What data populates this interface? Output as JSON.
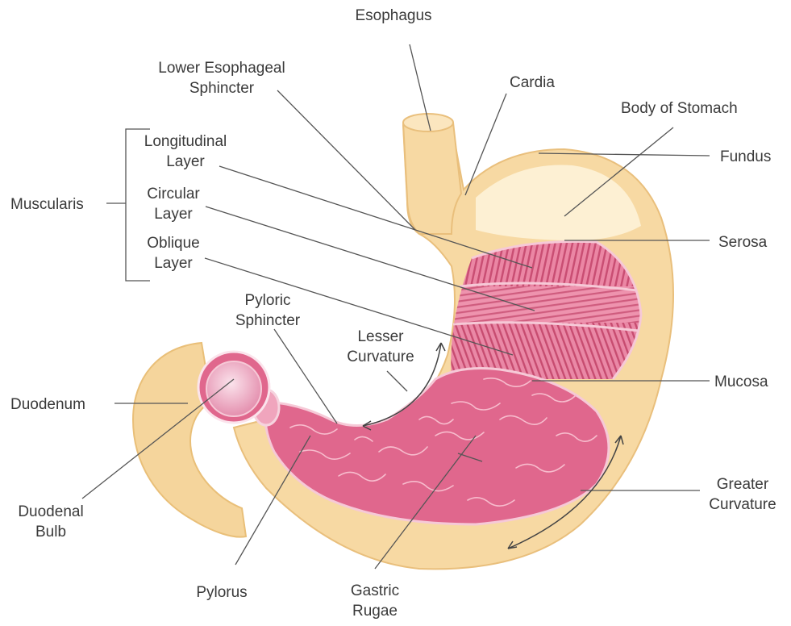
{
  "labels": {
    "esophagus": "Esophagus",
    "les_line1": "Lower Esophageal",
    "les_line2": "Sphincter",
    "cardia": "Cardia",
    "body_of_stomach": "Body of Stomach",
    "fundus": "Fundus",
    "muscularis": "Muscularis",
    "longitudinal_line1": "Longitudinal",
    "longitudinal_line2": "Layer",
    "circular_line1": "Circular",
    "circular_line2": "Layer",
    "oblique_line1": "Oblique",
    "oblique_line2": "Layer",
    "serosa": "Serosa",
    "pyloric_line1": "Pyloric",
    "pyloric_line2": "Sphincter",
    "lesser_line1": "Lesser",
    "lesser_line2": "Curvature",
    "mucosa": "Mucosa",
    "duodenum": "Duodenum",
    "duodenal_line1": "Duodenal",
    "duodenal_line2": "Bulb",
    "greater_line1": "Greater",
    "greater_line2": "Curvature",
    "pylorus": "Pylorus",
    "gastric_line1": "Gastric",
    "gastric_line2": "Rugae"
  },
  "colors": {
    "serosa_outer": "#f6d9a2",
    "serosa_light": "#fcecc8",
    "muscle_pink": "#e8799a",
    "muscle_stripe": "#c94e73",
    "mucosa_pink": "#e0678d",
    "mucosa_dark": "#c2416b",
    "rugae_line": "#f7bccd",
    "leader_line": "#555555",
    "label_text": "#3a3a3a"
  }
}
